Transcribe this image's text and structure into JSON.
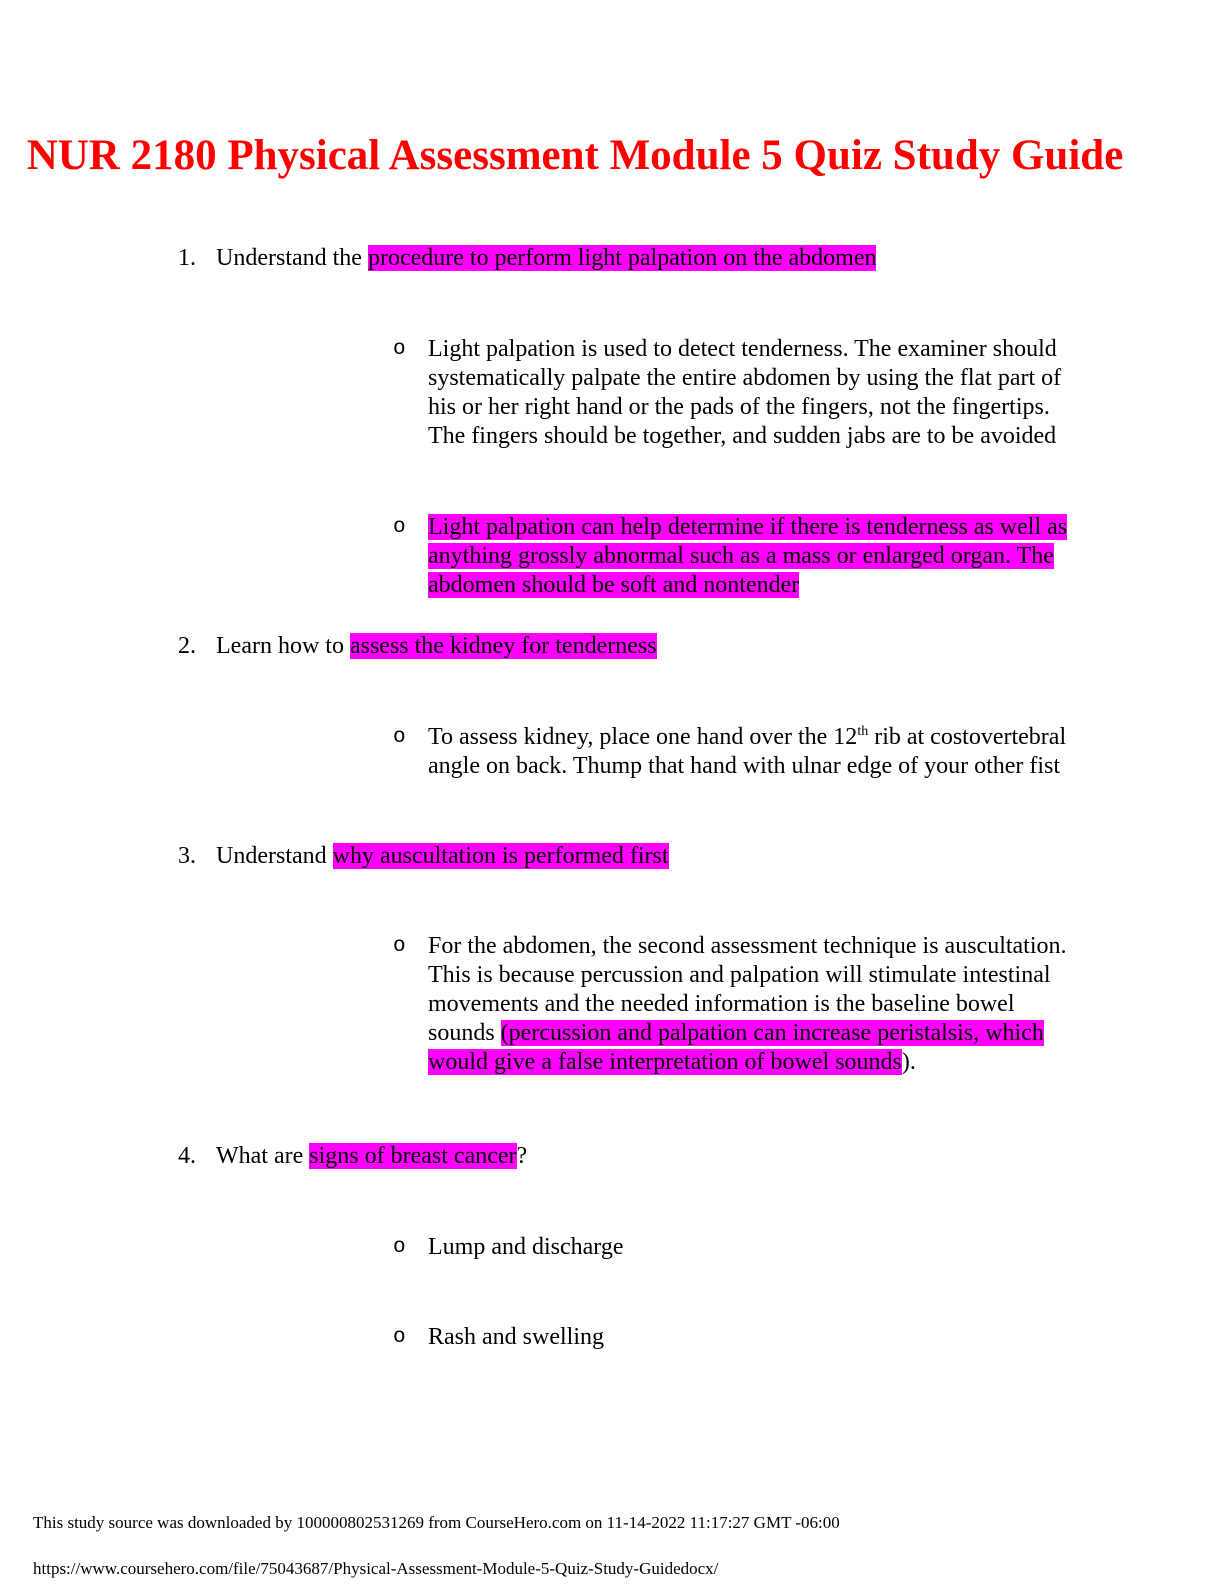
{
  "colors": {
    "title": "#ff0000",
    "highlight": "#ff00ff",
    "text": "#000000",
    "background": "#ffffff"
  },
  "glyphs": {
    "bullet": "o"
  },
  "title": "NUR 2180 Physical Assessment Module 5 Quiz Study Guide",
  "list": [
    {
      "number": "1.",
      "lead": {
        "pre": "Understand the ",
        "hl": "procedure to perform light palpation on the abdomen",
        "post": ""
      },
      "bullets": [
        {
          "text": "Light palpation is used to detect tenderness. The examiner should systematically palpate the entire abdomen by using the flat part of his or her right hand or the pads of the fingers, not the fingertips. The fingers should be together, and sudden jabs are to be avoided"
        },
        {
          "hl": "Light palpation can help determine if there is tenderness as well as anything grossly abnormal such as a mass or enlarged organ. The abdomen should be soft and nontender"
        }
      ]
    },
    {
      "number": "2.",
      "lead": {
        "pre": "Learn how to ",
        "hl": "assess the kidney for tenderness",
        "post": ""
      },
      "bullets": [
        {
          "pre": "To assess kidney, place one hand over the 12",
          "sup": "th",
          "post": " rib at costovertebral angle on back. Thump that hand with ulnar edge of your other fist"
        }
      ]
    },
    {
      "number": "3.",
      "lead": {
        "pre": "Understand ",
        "hl": "why auscultation is performed first",
        "post": ""
      },
      "bullets": [
        {
          "pre": "For the abdomen, the second assessment technique is auscultation. This is because percussion and palpation will stimulate intestinal movements and the needed information is the baseline bowel sounds ",
          "hl": "(percussion and palpation can increase peristalsis, which would give a false interpretation of bowel sounds",
          "post": ")."
        }
      ]
    },
    {
      "number": "4.",
      "lead": {
        "pre": "What are ",
        "hl": "signs of breast cancer",
        "post": "?"
      },
      "bullets": [
        {
          "text": "Lump and discharge"
        },
        {
          "text": "Rash and swelling"
        }
      ]
    }
  ],
  "footer": {
    "note": "This study source was downloaded by 100000802531269 from CourseHero.com on 11-14-2022 11:17:27 GMT -06:00",
    "url": "https://www.coursehero.com/file/75043687/Physical-Assessment-Module-5-Quiz-Study-Guidedocx/"
  }
}
